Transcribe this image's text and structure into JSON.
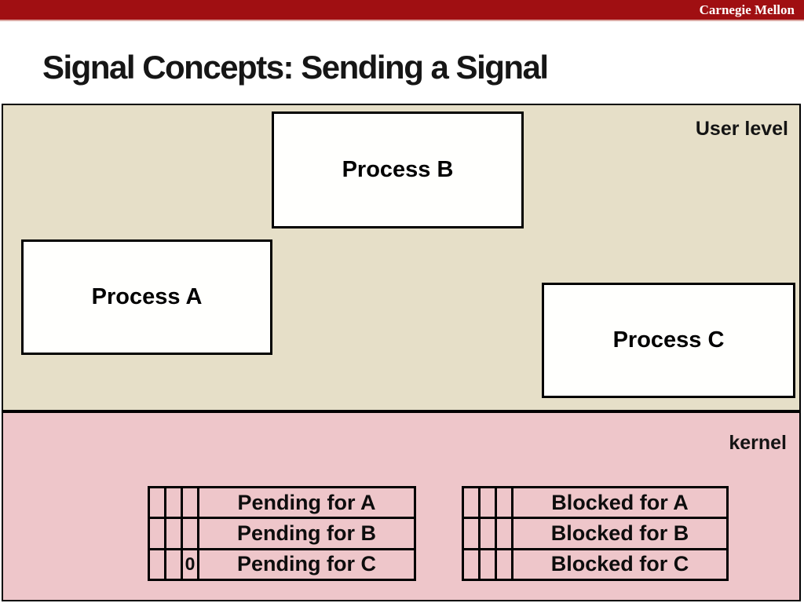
{
  "header": {
    "brand": "Carnegie Mellon"
  },
  "title": "Signal Concepts: Sending a Signal",
  "colors": {
    "header_bar": "#a00f12",
    "user_level_bg": "#e6dfc8",
    "kernel_bg": "#eec6ca"
  },
  "user_level": {
    "label": "User level",
    "process_a": "Process A",
    "process_b": "Process B",
    "process_c": "Process C"
  },
  "kernel": {
    "label": "kernel",
    "pending_table": {
      "rows": [
        {
          "cells": [
            "",
            "",
            ""
          ],
          "label": "Pending for A"
        },
        {
          "cells": [
            "",
            "",
            ""
          ],
          "label": "Pending for B"
        },
        {
          "cells": [
            "",
            "",
            "0"
          ],
          "label": "Pending for C"
        }
      ]
    },
    "blocked_table": {
      "rows": [
        {
          "cells": [
            "",
            "",
            ""
          ],
          "label": "Blocked for A"
        },
        {
          "cells": [
            "",
            "",
            ""
          ],
          "label": "Blocked for B"
        },
        {
          "cells": [
            "",
            "",
            ""
          ],
          "label": "Blocked for C"
        }
      ]
    }
  }
}
